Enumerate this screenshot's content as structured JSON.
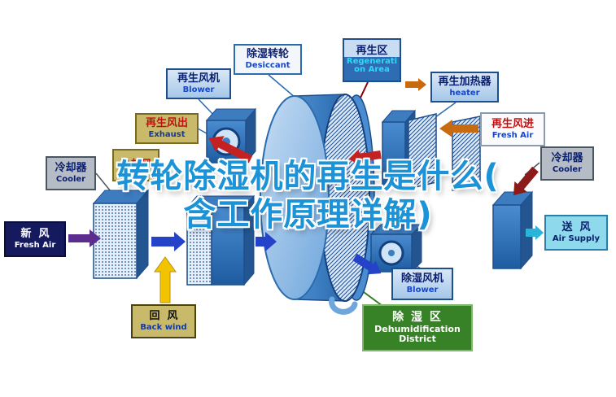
{
  "title": {
    "line1": "转轮除湿机的再生是什么(",
    "line2": "含工作原理详解)"
  },
  "labels": {
    "regen_blower": {
      "zh": "再生风机",
      "en": "Blower"
    },
    "desiccant": {
      "zh": "除湿转轮",
      "en": "Desiccant"
    },
    "regen_area": {
      "zh": "再生区",
      "en_line1": "Regenerati",
      "en_line2": "on Area"
    },
    "heater": {
      "zh": "再生加热器",
      "en": "heater"
    },
    "exhaust": {
      "zh": "再生风出",
      "en": "Exhaust"
    },
    "regen_fresh_air": {
      "zh": "再生风进",
      "en": "Fresh Air"
    },
    "cooler_left": {
      "zh": "冷却器",
      "en": "Cooler"
    },
    "cooler_right": {
      "zh": "冷却器",
      "en": "Cooler"
    },
    "cooling_air": {
      "zh": "冷却风"
    },
    "fresh_air": {
      "zh": "新  风",
      "en": "Fresh Air"
    },
    "back_wind": {
      "zh": "回  风",
      "en": "Back wind"
    },
    "air_supply": {
      "zh": "送  风",
      "en": "Air Supply"
    },
    "dehumid_blower": {
      "zh": "除湿风机",
      "en": "Blower"
    },
    "dehumid_district": {
      "zh": "除 湿 区",
      "en_line1": "Dehumidification",
      "en_line2": "District"
    }
  },
  "colors": {
    "title_blue": "#1B93D6",
    "machine_blue": "#2B6CB8",
    "arrow_purple": "#5B2D8E",
    "arrow_blue": "#2543C9",
    "arrow_yellow": "#F2C400",
    "arrow_red": "#C42222",
    "arrow_orange": "#C86A10",
    "arrow_maroon": "#8B1A1A",
    "arrow_cyan": "#2AB5D8",
    "dehumid_green": "#378226"
  }
}
